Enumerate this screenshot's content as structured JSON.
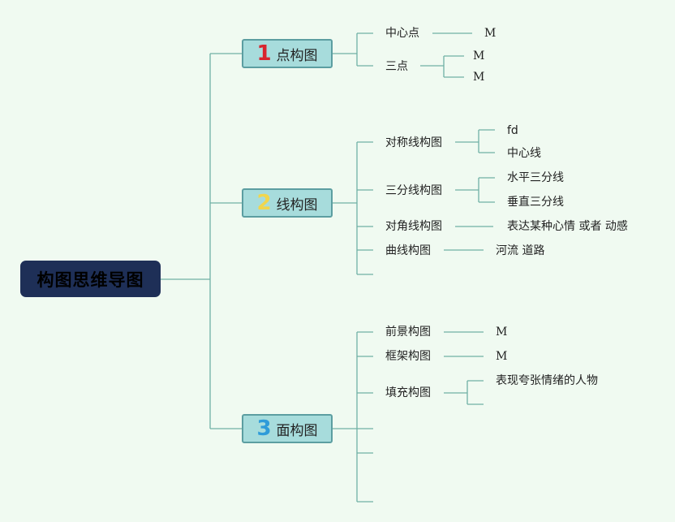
{
  "colors": {
    "background": "#f0faf1",
    "root_fill": "#1e2f57",
    "branch_fill": "#a7dcdc",
    "branch_border": "#5c9ea1",
    "connector": "#6fb0a5",
    "number_1": "#d8252e",
    "number_2": "#f1d64d",
    "number_3": "#2e9bd9"
  },
  "root": {
    "label": "构图思维导图"
  },
  "branches": [
    {
      "number": "1",
      "label": "点构图",
      "children": [
        {
          "label": "中心点",
          "leaves": [
            "M"
          ]
        },
        {
          "label": "三点",
          "leaves": [
            "M",
            "M"
          ]
        }
      ]
    },
    {
      "number": "2",
      "label": "线构图",
      "children": [
        {
          "label": "对称线构图",
          "leaves": [
            "fd",
            "中心线"
          ]
        },
        {
          "label": "三分线构图",
          "leaves": [
            "水平三分线",
            "垂直三分线"
          ]
        },
        {
          "label": "对角线构图",
          "leaves": [
            "表达某种心情 或者 动感"
          ]
        },
        {
          "label": "曲线构图",
          "leaves": [
            "河流 道路"
          ]
        },
        {
          "label": "",
          "leaves": []
        }
      ]
    },
    {
      "number": "3",
      "label": "面构图",
      "children": [
        {
          "label": "前景构图",
          "leaves": [
            "M"
          ]
        },
        {
          "label": "框架构图",
          "leaves": [
            "M"
          ]
        },
        {
          "label": "填充构图",
          "leaves": [
            "表现夸张情绪的人物",
            ""
          ]
        },
        {
          "label": "",
          "leaves": []
        },
        {
          "label": "",
          "leaves": []
        },
        {
          "label": "",
          "leaves": []
        }
      ]
    }
  ]
}
